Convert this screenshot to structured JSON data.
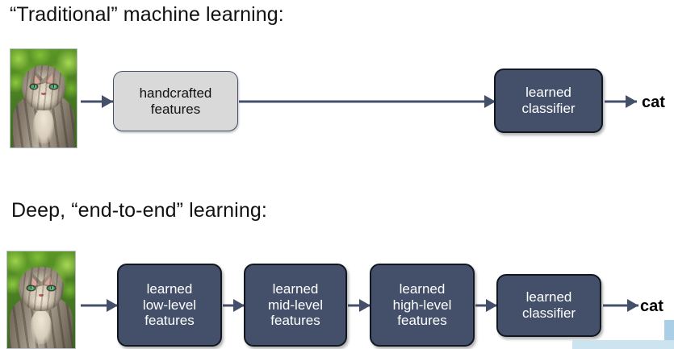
{
  "slide": {
    "background": "#ffffff",
    "accent_dark": "#44506a",
    "accent_light_box": "#d9d9d9",
    "panel_blue": "#a8cfe6"
  },
  "sections": [
    {
      "id": "traditional",
      "heading": "“Traditional” machine learning:",
      "image_alt": "cat-photo",
      "nodes": [
        {
          "id": "handcrafted-features",
          "label": "handcrafted\nfeatures",
          "style": "light"
        },
        {
          "id": "learned-classifier",
          "label": "learned\nclassifier",
          "style": "dark"
        }
      ],
      "output": "cat"
    },
    {
      "id": "deep",
      "heading": "Deep, “end-to-end” learning:",
      "image_alt": "cat-photo",
      "nodes": [
        {
          "id": "low-level",
          "label": "learned\nlow-level\nfeatures",
          "style": "dark"
        },
        {
          "id": "mid-level",
          "label": "learned\nmid-level\nfeatures",
          "style": "dark"
        },
        {
          "id": "high-level",
          "label": "learned\nhigh-level\nfeatures",
          "style": "dark"
        },
        {
          "id": "learned-classifier",
          "label": "learned\nclassifier",
          "style": "dark"
        }
      ],
      "output": "cat"
    }
  ],
  "icons": {
    "arrow": "arrow-right-icon",
    "photo": "cat-photo-icon"
  }
}
